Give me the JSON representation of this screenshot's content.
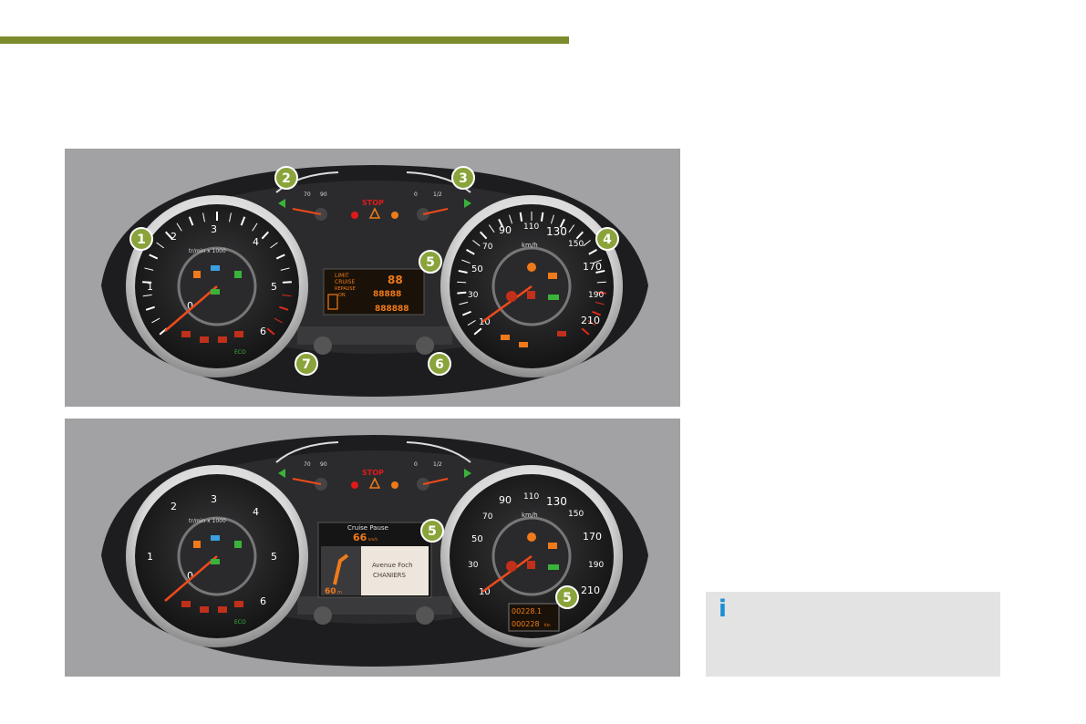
{
  "callouts": [
    "1",
    "2",
    "3",
    "4",
    "5",
    "6",
    "7"
  ],
  "cluster": {
    "tacho_numbers": [
      "0",
      "1",
      "2",
      "3",
      "4",
      "5",
      "6"
    ],
    "tacho_unit": "tr/min x 1000",
    "speed_numbers": [
      "10",
      "30",
      "50",
      "70",
      "90",
      "110",
      "130",
      "150",
      "170",
      "190",
      "210"
    ],
    "speed_unit": "km/h",
    "temp_ticks": [
      "70",
      "90"
    ],
    "fuel_ticks": [
      "0",
      "1/2"
    ],
    "stop_label": "STOP",
    "eco_label": "ECO"
  },
  "display_mono": {
    "limit": "LIMIT",
    "cruise": "CRUISE",
    "repause": "REPAUSE",
    "on": "ON",
    "speed_digits": "88",
    "odo1": "88888",
    "odo2": "888888"
  },
  "display_color": {
    "cruise_pause": "Cruise Pause",
    "set_speed": "66",
    "speed_unit": "km/h",
    "street": "Avenue Foch",
    "city": "CHANIERS",
    "distance": "60",
    "distance_unit": "m",
    "trip": "00228.1",
    "odo": "000228",
    "odo_unit": "Km"
  },
  "info": {
    "icon": "i"
  },
  "colors": {
    "topbar": "#7d8b2e",
    "panel_bg": "#a2a1a3",
    "callout": "#8aa33a",
    "info_icon": "#1a8fd1",
    "orange": "#f07a1a"
  }
}
